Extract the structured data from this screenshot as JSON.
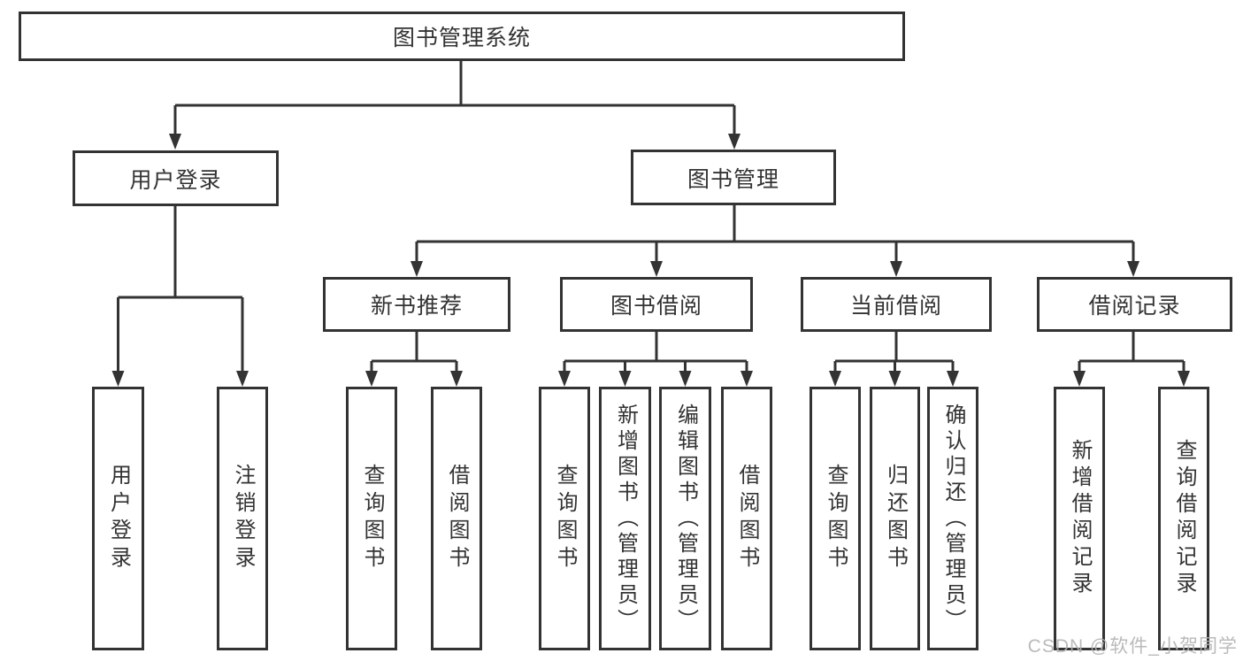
{
  "tree": {
    "root": {
      "label": "图书管理系统"
    },
    "branches": [
      {
        "label": "用户登录",
        "children": [
          {
            "label": "用户登录"
          },
          {
            "label": "注销登录"
          }
        ]
      },
      {
        "label": "图书管理",
        "children": [
          {
            "label": "新书推荐",
            "children": [
              {
                "label": "查询图书"
              },
              {
                "label": "借阅图书"
              }
            ]
          },
          {
            "label": "图书借阅",
            "children": [
              {
                "label": "查询图书"
              },
              {
                "label": "新增图书（管理员）"
              },
              {
                "label": "编辑图书（管理员）"
              },
              {
                "label": "借阅图书"
              }
            ]
          },
          {
            "label": "当前借阅",
            "children": [
              {
                "label": "查询图书"
              },
              {
                "label": "归还图书"
              },
              {
                "label": "确认归还（管理员）"
              }
            ]
          },
          {
            "label": "借阅记录",
            "children": [
              {
                "label": "新增借阅记录"
              },
              {
                "label": "查询借阅记录"
              }
            ]
          }
        ]
      }
    ]
  },
  "watermark": {
    "text": "CSDN @软件_小贺同学"
  },
  "colors": {
    "line": "#333333",
    "text": "#333333",
    "box_background": "#ffffff",
    "watermark": "#b3b3b3",
    "page_background": "#ffffff"
  }
}
